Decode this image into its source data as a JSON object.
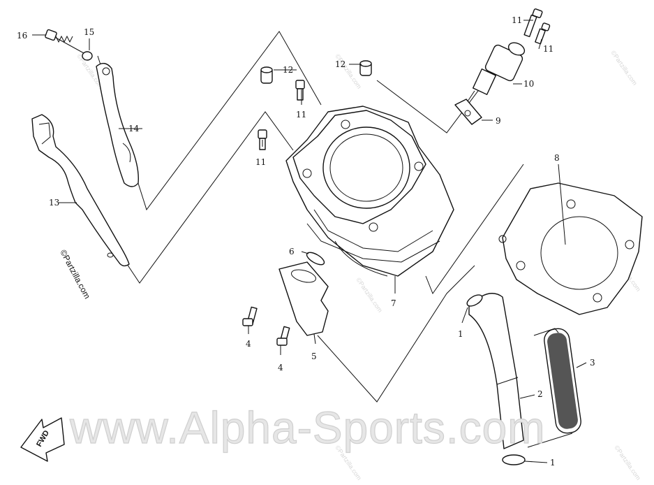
{
  "copyright": "©Partzilla.com",
  "watermark": "www.Alpha-Sports.com",
  "fwd_label": "FWD",
  "stamp": "©Partzilla.com",
  "callouts": {
    "c1a": "1",
    "c1b": "1",
    "c2": "2",
    "c3": "3",
    "c4a": "4",
    "c4b": "4",
    "c5": "5",
    "c6": "6",
    "c7": "7",
    "c8": "8",
    "c9": "9",
    "c10": "10",
    "c11a": "11",
    "c11b": "11",
    "c11c": "11",
    "c11d": "11",
    "c12a": "12",
    "c12b": "12",
    "c13": "13",
    "c14": "14",
    "c15": "15",
    "c16": "16"
  }
}
